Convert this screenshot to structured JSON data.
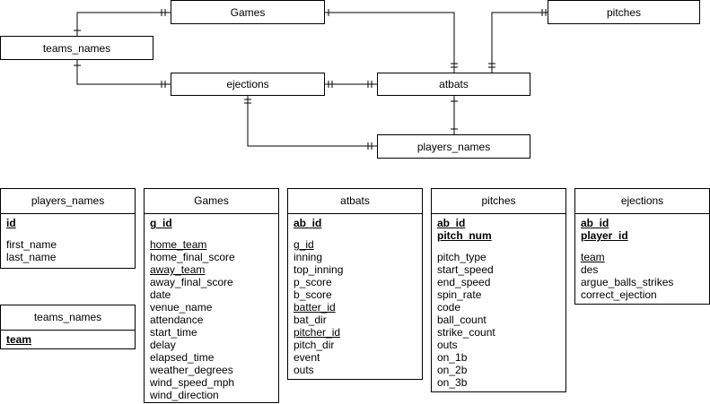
{
  "diagram": {
    "entities": {
      "games": "Games",
      "pitches": "pitches",
      "teams_names": "teams_names",
      "ejections": "ejections",
      "atbats": "atbats",
      "players_names": "players_names"
    }
  },
  "tables": {
    "players_names": {
      "title": "players_names",
      "keys": [
        "id"
      ],
      "fields": [
        {
          "name": "first_name",
          "fk": false
        },
        {
          "name": "last_name",
          "fk": false
        }
      ]
    },
    "teams_names": {
      "title": "teams_names",
      "keys": [
        "team"
      ],
      "fields": []
    },
    "games": {
      "title": "Games",
      "keys": [
        "g_id"
      ],
      "fields": [
        {
          "name": "home_team",
          "fk": true
        },
        {
          "name": "home_final_score",
          "fk": false
        },
        {
          "name": "away_team",
          "fk": true
        },
        {
          "name": "away_final_score",
          "fk": false
        },
        {
          "name": "date",
          "fk": false
        },
        {
          "name": "venue_name",
          "fk": false
        },
        {
          "name": "attendance",
          "fk": false
        },
        {
          "name": "start_time",
          "fk": false
        },
        {
          "name": "delay",
          "fk": false
        },
        {
          "name": "elapsed_time",
          "fk": false
        },
        {
          "name": "weather_degrees",
          "fk": false
        },
        {
          "name": "wind_speed_mph",
          "fk": false
        },
        {
          "name": "wind_direction",
          "fk": false
        }
      ]
    },
    "atbats": {
      "title": "atbats",
      "keys": [
        "ab_id"
      ],
      "fields": [
        {
          "name": "g_id",
          "fk": true
        },
        {
          "name": "inning",
          "fk": false
        },
        {
          "name": "top_inning",
          "fk": false
        },
        {
          "name": "p_score",
          "fk": false
        },
        {
          "name": "b_score",
          "fk": false
        },
        {
          "name": "batter_id",
          "fk": true
        },
        {
          "name": "bat_dir",
          "fk": false
        },
        {
          "name": "pitcher_id",
          "fk": true
        },
        {
          "name": "pitch_dir",
          "fk": false
        },
        {
          "name": "event",
          "fk": false
        },
        {
          "name": "outs",
          "fk": false
        }
      ]
    },
    "pitches": {
      "title": "pitches",
      "keys": [
        "ab_id",
        "pitch_num"
      ],
      "fields": [
        {
          "name": "pitch_type",
          "fk": false
        },
        {
          "name": "start_speed",
          "fk": false
        },
        {
          "name": "end_speed",
          "fk": false
        },
        {
          "name": "spin_rate",
          "fk": false
        },
        {
          "name": "code",
          "fk": false
        },
        {
          "name": "ball_count",
          "fk": false
        },
        {
          "name": "strike_count",
          "fk": false
        },
        {
          "name": "outs",
          "fk": false
        },
        {
          "name": "on_1b",
          "fk": false
        },
        {
          "name": "on_2b",
          "fk": false
        },
        {
          "name": "on_3b",
          "fk": false
        }
      ]
    },
    "ejections": {
      "title": "ejections",
      "keys": [
        "ab_id",
        "player_id"
      ],
      "fields": [
        {
          "name": "team",
          "fk": true
        },
        {
          "name": "des",
          "fk": false
        },
        {
          "name": "argue_balls_strikes",
          "fk": false
        },
        {
          "name": "correct_ejection",
          "fk": false
        }
      ]
    }
  }
}
